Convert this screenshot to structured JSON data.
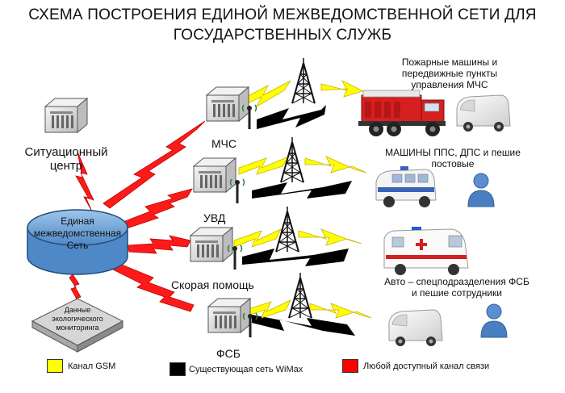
{
  "title": {
    "line1": "СХЕМА ПОСТРОЕНИЯ ЕДИНОЙ   МЕЖВЕДОМСТВЕННОЙ СЕТИ  ДЛЯ",
    "line2": "ГОСУДАРСТВЕННЫХ СЛУЖБ"
  },
  "nodes": {
    "situation_center": {
      "line1": "Ситуационный",
      "line2": "центр"
    },
    "network": {
      "line1": "Единая",
      "line2": "межведомственная",
      "line3": "Сеть"
    },
    "eco": {
      "line1": "Данные",
      "line2": "экологического",
      "line3": "мониторинга"
    },
    "mchs": "МЧС",
    "uvd": "УВД",
    "ambulance": "Скорая помощь",
    "fsb": "ФСБ"
  },
  "captions": {
    "mchs": {
      "line1": "Пожарные машины и",
      "line2": "передвижные пункты",
      "line3": "управления МЧС"
    },
    "uvd": {
      "line1": "МАШИНЫ ППС, ДПС и пешие",
      "line2": "постовые"
    },
    "fsb": {
      "line1": "Авто – спецподразделения ФСБ",
      "line2": "и пешие сотрудники"
    }
  },
  "legend": {
    "gsm": {
      "label": "Канал GSM",
      "color": "#ffff00"
    },
    "wimax": {
      "label": "Существующая сеть WiMax",
      "color": "#000000"
    },
    "any": {
      "label": "Любой доступный канал связи",
      "color": "#ff0000"
    }
  },
  "colors": {
    "network_fill": "#6fa8dc",
    "network_stroke": "#1f4e79",
    "server_fill": "#e6e6e6",
    "tower": "#111111",
    "person_fill": "#4a7fc1"
  }
}
